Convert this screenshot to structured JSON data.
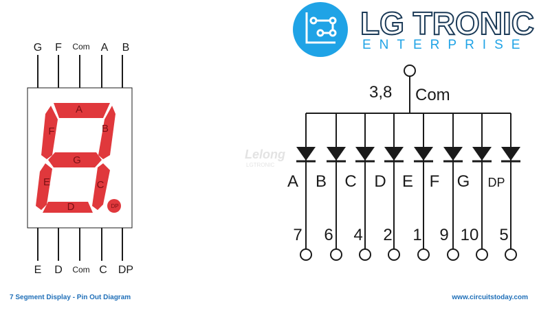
{
  "brand": {
    "name": "LG TRONIC",
    "tagline": "ENTERPRISE",
    "colors": {
      "primary": "#1fa3e6",
      "text_dark": "#1b3a57"
    }
  },
  "watermark": {
    "text": "Lelong",
    "subtext": "LGTRONIC"
  },
  "display": {
    "top_pins": [
      "G",
      "F",
      "Com",
      "A",
      "B"
    ],
    "bottom_pins": [
      "E",
      "D",
      "Com",
      "C",
      "DP"
    ],
    "segments": {
      "A": "A",
      "B": "B",
      "C": "C",
      "D": "D",
      "E": "E",
      "F": "F",
      "G": "G",
      "DP": "DP"
    },
    "segment_color": "#e0383c"
  },
  "schematic": {
    "common_pins": "3,8",
    "common_label": "Com",
    "diodes": [
      {
        "name": "A",
        "pin": "7"
      },
      {
        "name": "B",
        "pin": "6"
      },
      {
        "name": "C",
        "pin": "4"
      },
      {
        "name": "D",
        "pin": "2"
      },
      {
        "name": "E",
        "pin": "1"
      },
      {
        "name": "F",
        "pin": "9"
      },
      {
        "name": "G",
        "pin": "10"
      },
      {
        "name": "DP",
        "pin": "5"
      }
    ]
  },
  "footer": {
    "left": "7 Segment Display - Pin Out Diagram",
    "right": "www.circuitstoday.com"
  }
}
